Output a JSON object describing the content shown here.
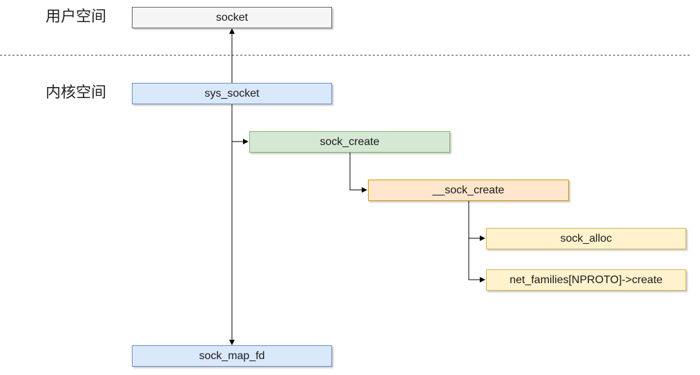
{
  "zones": {
    "user_space": "用户空间",
    "kernel_space": "内核空间"
  },
  "nodes": {
    "socket": "socket",
    "sys_socket": "sys_socket",
    "sock_create": "sock_create",
    "__sock_create": "__sock_create",
    "sock_alloc": "sock_alloc",
    "net_families_create": "net_families[NPROTO]->create",
    "sock_map_fd": "sock_map_fd"
  },
  "colors": {
    "user_box_fill": "#f5f5f5",
    "kernel_box_fill": "#dae8fc",
    "sock_create_fill": "#d5e8d4",
    "__sock_create_fill": "#ffe6cc",
    "leaf_fill": "#fff2cc",
    "line": "#000000"
  },
  "edges": [
    {
      "from": "sys_socket",
      "to": "socket"
    },
    {
      "from": "sys_socket",
      "to": "sock_create"
    },
    {
      "from": "sock_create",
      "to": "__sock_create"
    },
    {
      "from": "__sock_create",
      "to": "sock_alloc"
    },
    {
      "from": "__sock_create",
      "to": "net_families_create"
    },
    {
      "from": "sys_socket",
      "to": "sock_map_fd"
    }
  ]
}
